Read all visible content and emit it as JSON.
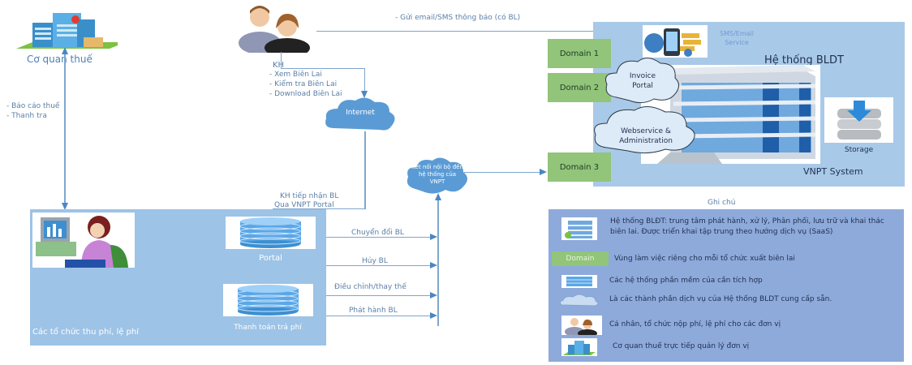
{
  "tax_office": {
    "label": "Cơ quan thuế",
    "actions": [
      "- Báo cáo thuế",
      "- Thanh tra"
    ]
  },
  "customer": {
    "label": "KH",
    "actions": [
      "- Xem Biên Lai",
      "- Kiểm tra Biên Lai",
      "- Download Biên Lai"
    ],
    "notify_label": "- Gửi email/SMS thông báo (có BL)"
  },
  "internet_cloud": {
    "label": "Internet"
  },
  "internal_cloud": {
    "label": "Kết nối nội bộ đến hệ thống của VNPT"
  },
  "receive_label": [
    "KH tiếp nhận BL",
    "Qua VNPT Portal"
  ],
  "vnpt_system": {
    "title": "Hệ thống BLDT",
    "footer": "VNPT System",
    "sms_service": "SMS/Email Service",
    "domains": [
      "Domain 1",
      "Domain 2",
      "Domain 3"
    ],
    "invoice_portal": "Invoice Portal",
    "webservice": "Webservice & Administration",
    "storage": "Storage"
  },
  "org_panel": {
    "label": "Các tổ chức thu phí, lệ phí",
    "portal_label": "Portal",
    "payment_label": "Thanh toán trả phí"
  },
  "flows": [
    "Chuyển đổi BL",
    "Hủy BL",
    "Điều chỉnh/thay thế",
    "Phát hành BL"
  ],
  "legend": {
    "title": "Ghi chú",
    "domain_chip": "Domain",
    "items": [
      {
        "icon": "building-icon",
        "text": "Hệ thống BLĐT:  trung tâm phát hành, xử lý, Phân phối, lưu trữ và khai thác biên lai. Được triển khai tập trung theo hướng dịch vụ (SaaS)"
      },
      {
        "icon": "domain-chip",
        "text": "Vùng làm việc riêng cho mỗi tổ chức xuất biên lai"
      },
      {
        "icon": "database-icon",
        "text": "Các hệ thống phần mềm của cần tích hợp"
      },
      {
        "icon": "cloud-icon",
        "text": "Là các thành phần dịch vụ của Hệ thống BLDT cung cấp sẵn."
      },
      {
        "icon": "people-icon",
        "text": "Cá nhân, tổ chức nộp phí, lệ phí cho các đơn vị"
      },
      {
        "icon": "tax-office-icon",
        "text": "Cơ quan thuế trực tiếp quản lý đơn vị"
      }
    ]
  },
  "colors": {
    "panel": "#9dc3e6",
    "legend_panel": "#8eaadb",
    "domain": "#92c47a",
    "cloud": "#5b9bd5",
    "line": "#7ea6cf"
  }
}
